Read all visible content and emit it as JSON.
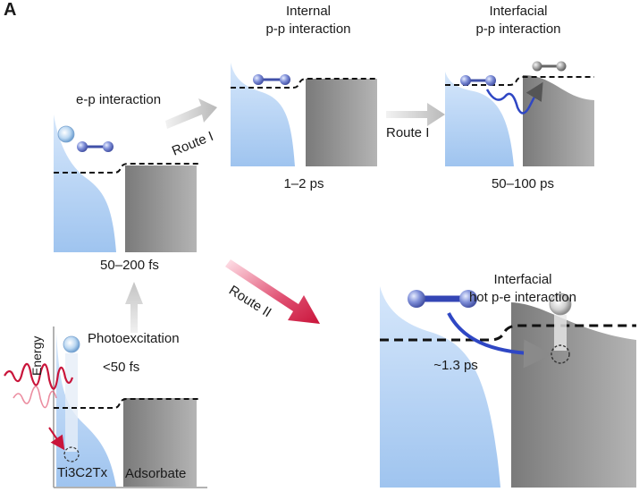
{
  "panel_letter": "A",
  "labels": {
    "ep_interaction": "e-p interaction",
    "internal_pp": [
      "Internal",
      "p-p interaction"
    ],
    "interfacial_pp": [
      "Interfacial",
      "p-p interaction"
    ],
    "interfacial_hot_pe": [
      "Interfacial",
      "hot p-e interaction"
    ],
    "photoexcitation": "Photoexcitation",
    "energy_axis": "Energy",
    "material": "Ti3C2Tx",
    "adsorbate": "Adsorbate"
  },
  "routes": {
    "route1_a": "Route I",
    "route1_b": "Route I",
    "route2": "Route II"
  },
  "times": {
    "photoexcitation": "<50 fs",
    "ep": "50–200 fs",
    "internal_pp": "1–2 ps",
    "interfacial_pp": "50–100 ps",
    "hot_pe": "~1.3 ps"
  },
  "colors": {
    "metal_blue": "#a9cbf3",
    "adsorbate_gray": "#8a8a8a",
    "route2_red": "#c9143a",
    "arrow_gray": "#c8c8c8"
  }
}
